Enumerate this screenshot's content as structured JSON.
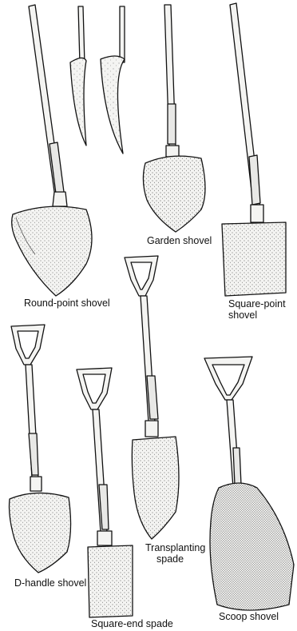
{
  "labels": {
    "round_point": "Round-point shovel",
    "garden": "Garden shovel",
    "square_point_1": "Square-point",
    "square_point_2": "shovel",
    "d_handle": "D-handle shovel",
    "transplanting_1": "Transplanting",
    "transplanting_2": "spade",
    "square_end": "Square-end spade",
    "scoop": "Scoop shovel"
  },
  "colors": {
    "ink": "#111111",
    "blade_fill": "#f4f4f2",
    "stipple": "#3a3a3a"
  }
}
